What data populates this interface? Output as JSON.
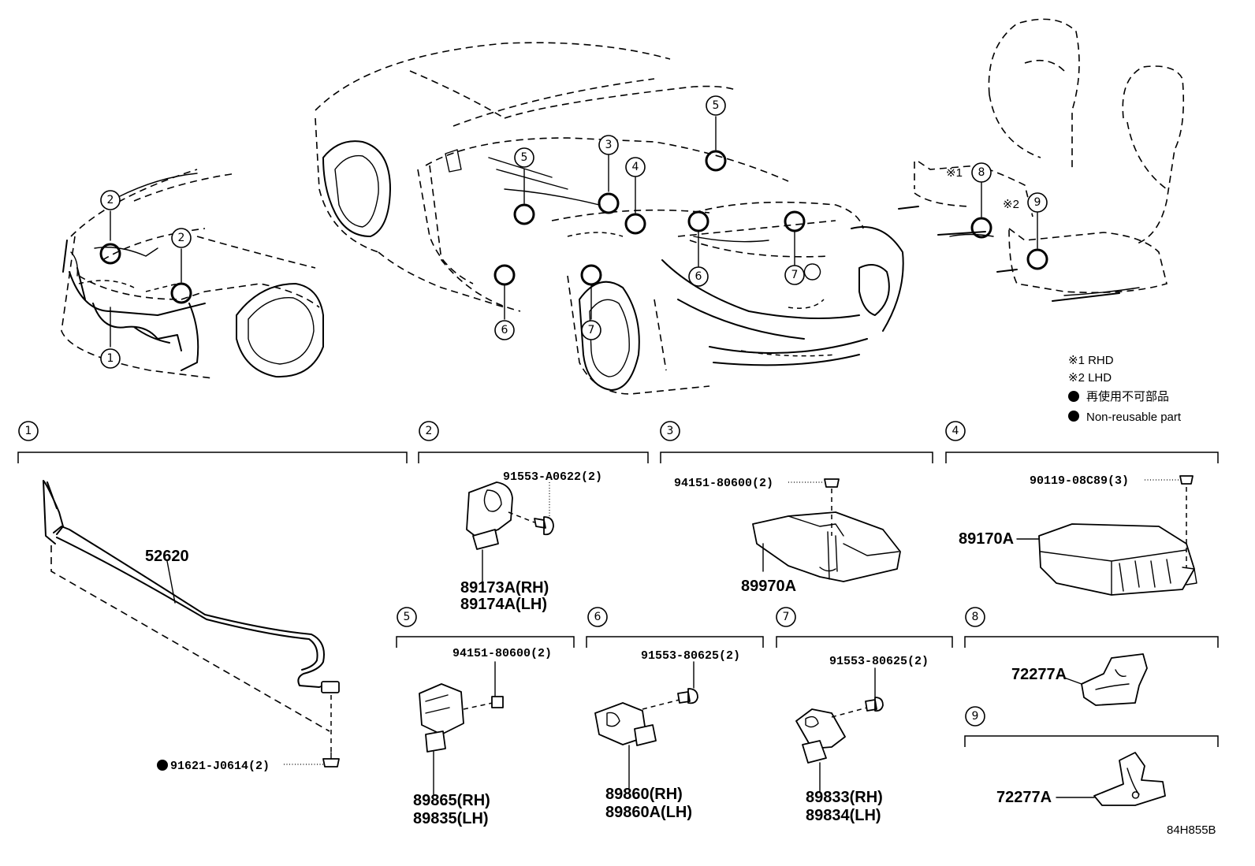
{
  "diagram_id": "84H855B",
  "legend": {
    "note1": "※1 RHD",
    "note2": "※2 LHD",
    "nonreusable_jp": "再使用不可部品",
    "nonreusable_en": "Non-reusable part"
  },
  "callouts": [
    "1",
    "2",
    "3",
    "4",
    "5",
    "6",
    "7",
    "8",
    "9"
  ],
  "overview_marks": {
    "mark1": "※1",
    "mark2": "※2"
  },
  "sections": {
    "s1": {
      "num": "1",
      "part": "52620",
      "fastener": "91621-J0614(2)"
    },
    "s2": {
      "num": "2",
      "part_rh": "89173A(RH)",
      "part_lh": "89174A(LH)",
      "fastener": "91553-A0622(2)"
    },
    "s3": {
      "num": "3",
      "part": "89970A",
      "fastener": "94151-80600(2)"
    },
    "s4": {
      "num": "4",
      "part": "89170A",
      "fastener": "90119-08C89(3)"
    },
    "s5": {
      "num": "5",
      "part_rh": "89865(RH)",
      "part_lh": "89835(LH)",
      "fastener": "94151-80600(2)"
    },
    "s6": {
      "num": "6",
      "part_rh": "89860(RH)",
      "part_lh": "89860A(LH)",
      "fastener": "91553-80625(2)"
    },
    "s7": {
      "num": "7",
      "part_rh": "89833(RH)",
      "part_lh": "89834(LH)",
      "fastener": "91553-80625(2)"
    },
    "s8": {
      "num": "8",
      "part": "72277A"
    },
    "s9": {
      "num": "9",
      "part": "72277A"
    }
  }
}
